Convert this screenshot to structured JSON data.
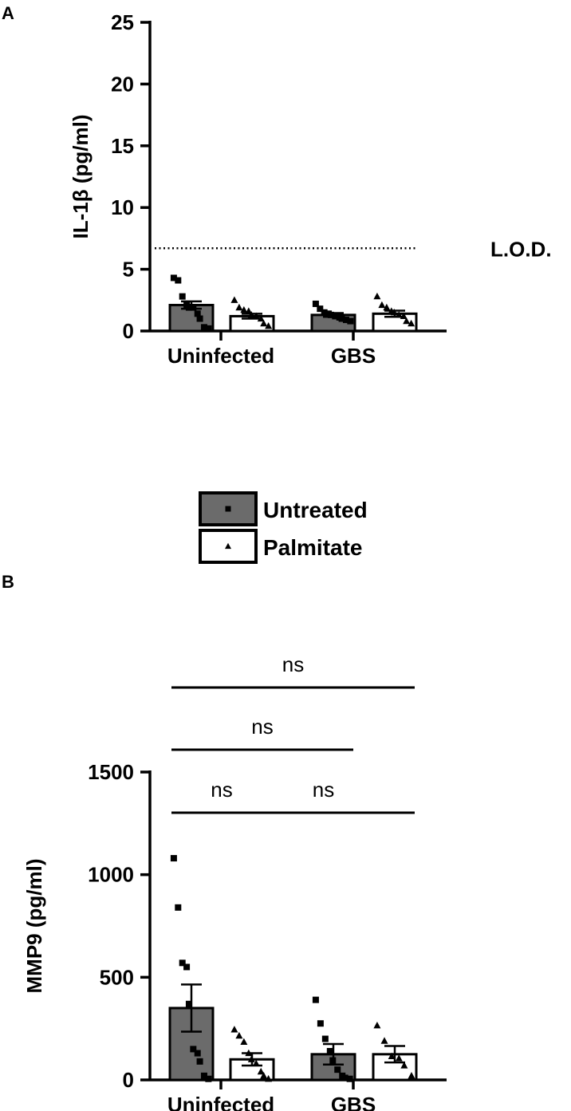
{
  "panels": [
    {
      "letter": "A"
    },
    {
      "letter": "B"
    }
  ],
  "legend": {
    "items": [
      {
        "label": "Untreated",
        "color": "#6b6b6b",
        "marker": "square"
      },
      {
        "label": "Palmitate",
        "color": "#ffffff",
        "marker": "triangle"
      }
    ]
  },
  "chart_data": [
    {
      "type": "bar",
      "ylabel": "IL-1β (pg/ml)",
      "categories": [
        "Uninfected",
        "GBS"
      ],
      "ylim": [
        0,
        25
      ],
      "yticks": [
        0,
        5,
        10,
        15,
        20,
        25
      ],
      "lod": {
        "value": 6.7,
        "label": "L.O.D."
      },
      "series": [
        {
          "name": "Untreated",
          "values": [
            2.1,
            1.3
          ],
          "sem": [
            0.3,
            0.15
          ],
          "points": [
            [
              4.3,
              4.1,
              2.8,
              2.1,
              1.9,
              1.9,
              1.4,
              1.0,
              0.3,
              0.2
            ],
            [
              2.2,
              1.8,
              1.5,
              1.4,
              1.3,
              1.2,
              1.1,
              1.0,
              0.9,
              0.8
            ]
          ]
        },
        {
          "name": "Palmitate",
          "values": [
            1.2,
            1.4
          ],
          "sem": [
            0.2,
            0.25
          ],
          "points": [
            [
              2.5,
              1.9,
              1.7,
              1.6,
              1.3,
              1.2,
              1.0,
              0.6,
              0.4
            ],
            [
              2.8,
              2.1,
              1.9,
              1.6,
              1.5,
              1.3,
              1.2,
              0.8,
              0.6
            ]
          ]
        }
      ]
    },
    {
      "type": "bar",
      "ylabel": "MMP9 (pg/ml)",
      "categories": [
        "Uninfected",
        "GBS"
      ],
      "ylim": [
        0,
        1500
      ],
      "yticks": [
        0,
        500,
        1000,
        1500
      ],
      "series": [
        {
          "name": "Untreated",
          "values": [
            350,
            125
          ],
          "sem": [
            115,
            50
          ],
          "points": [
            [
              1080,
              840,
              570,
              550,
              370,
              150,
              130,
              90,
              20,
              5
            ],
            [
              390,
              275,
              200,
              140,
              95,
              50,
              20,
              10,
              5
            ]
          ]
        },
        {
          "name": "Palmitate",
          "values": [
            100,
            125
          ],
          "sem": [
            30,
            40
          ],
          "points": [
            [
              245,
              215,
              185,
              130,
              100,
              80,
              40,
              20,
              5
            ],
            [
              265,
              190,
              115,
              105,
              70,
              20
            ]
          ]
        }
      ],
      "comparisons": [
        {
          "from": [
            0,
            0
          ],
          "to": [
            1,
            1
          ],
          "label": "ns"
        },
        {
          "from": [
            0,
            0
          ],
          "to": [
            1,
            0
          ],
          "label": "ns"
        },
        {
          "from": [
            0,
            0
          ],
          "to": [
            0,
            1
          ],
          "label": "ns"
        },
        {
          "from": [
            0,
            1
          ],
          "to": [
            1,
            1
          ],
          "label": "ns"
        }
      ]
    }
  ]
}
